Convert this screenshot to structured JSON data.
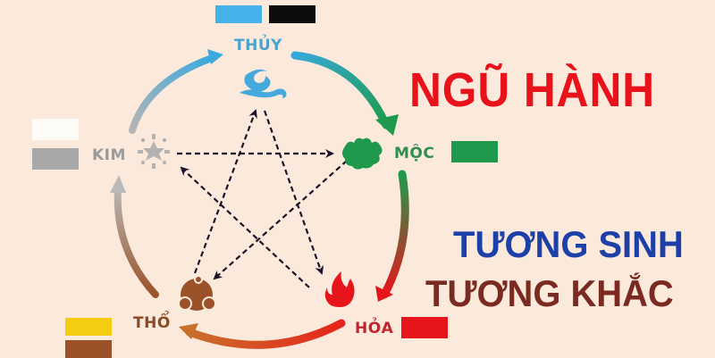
{
  "title": "NGŨ HÀNH",
  "subtitle_1": "TƯƠNG SINH",
  "subtitle_2": "TƯƠNG KHẮC",
  "colors": {
    "background": "#fbe9dc",
    "title": "#e8121a",
    "subtitle_1": "#1c3fa8",
    "subtitle_2": "#7b2a22",
    "kheck_arrows": "#1e1428"
  },
  "elements": [
    {
      "id": "thuy",
      "label": "THỦY",
      "icon": "water-cloud-icon",
      "label_color": "#4aa3cf",
      "swatches": [
        "#45b2ea",
        "#0d0d0d"
      ]
    },
    {
      "id": "moc",
      "label": "MỘC",
      "icon": "wood-tree-icon",
      "label_color": "#2f8f4e",
      "swatches": [
        "#1f9a4c"
      ]
    },
    {
      "id": "hoa",
      "label": "HỎA",
      "icon": "fire-flame-icon",
      "label_color": "#c0262f",
      "swatches": [
        "#e8141b"
      ]
    },
    {
      "id": "tho",
      "label": "THỔ",
      "icon": "earth-stone-icon",
      "label_color": "#8a4b22",
      "swatches": [
        "#f4cc12",
        "#9b5228"
      ]
    },
    {
      "id": "kim",
      "label": "KIM",
      "icon": "metal-star-icon",
      "label_color": "#9a9a9a",
      "swatches": [
        "#fdfbf6",
        "#a8a8a8"
      ]
    }
  ],
  "generating_cycle": [
    "THỦY → MỘC",
    "MỘC → HỎA",
    "HỎA → THỔ",
    "THỔ → KIM",
    "KIM → THỦY"
  ],
  "overcoming_cycle": [
    "THỦY → HỎA",
    "HỎA → KIM",
    "KIM → MỘC",
    "MỘC → THỔ",
    "THỔ → THỦY"
  ]
}
